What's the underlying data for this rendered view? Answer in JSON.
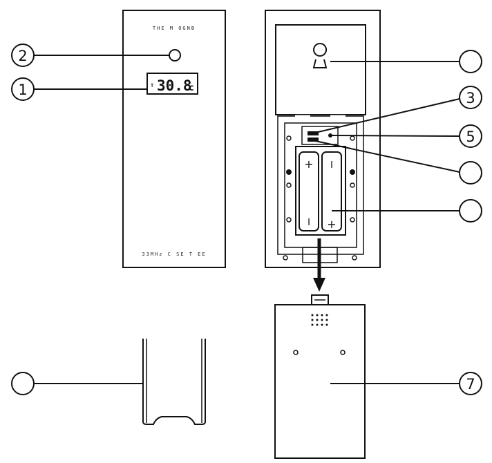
{
  "front_panel": {
    "brand_text": "THE M OGNB",
    "model_text": "33MHz C SE T EE",
    "display_reading": "30.8",
    "display_unit": "c",
    "display_prefix": "T"
  },
  "callouts": {
    "c1": "1",
    "c2": "2",
    "c3": "3",
    "c5": "5",
    "c7": "7",
    "hanger": "",
    "battery_top": "",
    "battery_bottom": "",
    "stand": ""
  },
  "battery": {
    "plus": "+",
    "minus": "I"
  },
  "colors": {
    "ink": "#111111",
    "background": "#ffffff"
  }
}
